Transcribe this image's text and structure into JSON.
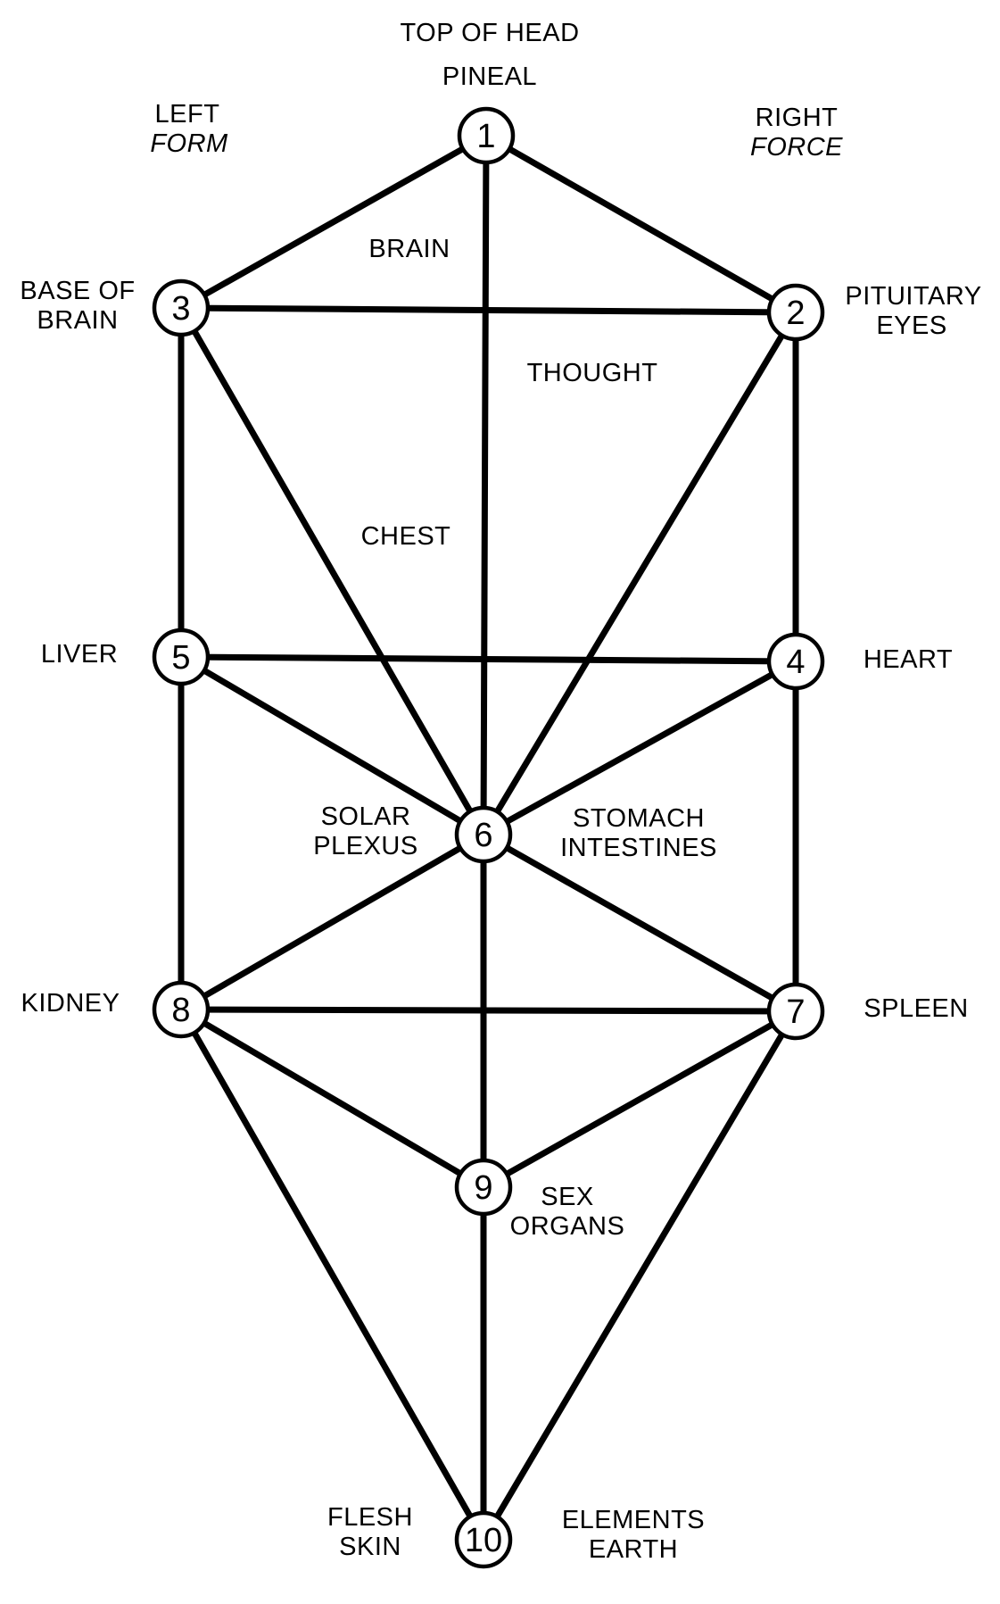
{
  "diagram": {
    "nodes": [
      {
        "id": "1",
        "label": "1",
        "names": [
          "PINEAL"
        ]
      },
      {
        "id": "2",
        "label": "2",
        "names": [
          "PITUITARY",
          "EYES"
        ]
      },
      {
        "id": "3",
        "label": "3",
        "names": [
          "BASE OF",
          "BRAIN"
        ]
      },
      {
        "id": "4",
        "label": "4",
        "names": [
          "HEART"
        ]
      },
      {
        "id": "5",
        "label": "5",
        "names": [
          "LIVER"
        ]
      },
      {
        "id": "6",
        "label": "6",
        "names": []
      },
      {
        "id": "7",
        "label": "7",
        "names": [
          "SPLEEN"
        ]
      },
      {
        "id": "8",
        "label": "8",
        "names": [
          "KIDNEY"
        ]
      },
      {
        "id": "9",
        "label": "9",
        "names": [
          "SEX",
          "ORGANS"
        ]
      },
      {
        "id": "10",
        "label": "10",
        "names": []
      }
    ],
    "edges": [
      [
        "1",
        "2"
      ],
      [
        "1",
        "3"
      ],
      [
        "1",
        "6"
      ],
      [
        "2",
        "3"
      ],
      [
        "2",
        "4"
      ],
      [
        "2",
        "6"
      ],
      [
        "3",
        "5"
      ],
      [
        "3",
        "6"
      ],
      [
        "4",
        "5"
      ],
      [
        "4",
        "6"
      ],
      [
        "4",
        "7"
      ],
      [
        "5",
        "6"
      ],
      [
        "5",
        "8"
      ],
      [
        "6",
        "7"
      ],
      [
        "6",
        "8"
      ],
      [
        "6",
        "9"
      ],
      [
        "7",
        "8"
      ],
      [
        "7",
        "9"
      ],
      [
        "7",
        "10"
      ],
      [
        "8",
        "9"
      ],
      [
        "8",
        "10"
      ],
      [
        "9",
        "10"
      ]
    ],
    "labels": {
      "top_of_head": "TOP OF HEAD",
      "left": "LEFT",
      "form": "FORM",
      "right": "RIGHT",
      "force": "FORCE",
      "brain": "BRAIN",
      "thought": "THOUGHT",
      "chest": "CHEST",
      "solar_plexus": [
        "SOLAR",
        "PLEXUS"
      ],
      "stomach_intestines": [
        "STOMACH",
        "INTESTINES"
      ],
      "flesh_skin": [
        "FLESH",
        "SKIN"
      ],
      "elements_earth": [
        "ELEMENTS",
        "EARTH"
      ]
    }
  }
}
